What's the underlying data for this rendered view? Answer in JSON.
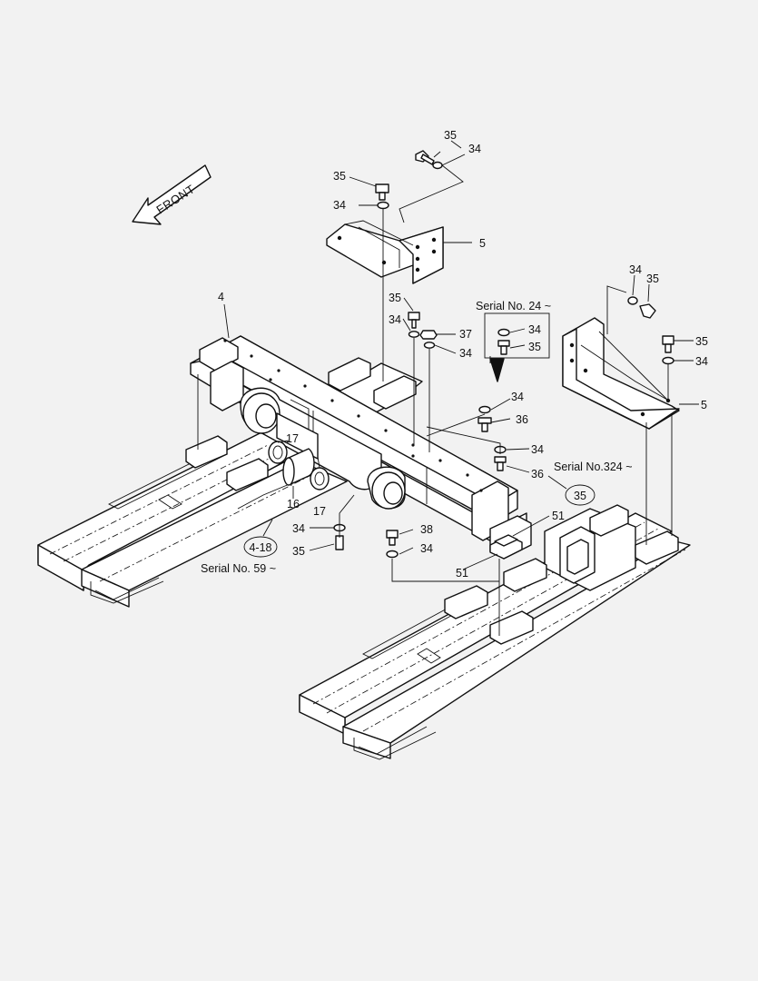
{
  "front_arrow": {
    "label": "FRONT"
  },
  "notes": {
    "serial_24": "Serial No. 24 ~",
    "serial_324": "Serial No.324 ~",
    "serial_59": "Serial No. 59 ~"
  },
  "callouts": {
    "ref_35": "35",
    "ref_4_18": "4-18"
  },
  "part_numbers": {
    "p35_top": "35",
    "p34_top": "34",
    "p35_left_top": "35",
    "p34_left_top": "34",
    "p5_left": "5",
    "p4": "4",
    "p35_mid": "35",
    "p34_mid": "34",
    "p37": "37",
    "p34_mid_r": "34",
    "p34_box": "34",
    "p35_box": "35",
    "p34_right_top": "34",
    "p35_right_top": "35",
    "p35_right": "35",
    "p34_right": "34",
    "p5_right": "5",
    "p34_c1": "34",
    "p36_c1": "36",
    "p34_c2": "34",
    "p36_c2": "36",
    "p17_a": "17",
    "p17_b": "17",
    "p16": "16",
    "p34_low": "34",
    "p35_low": "35",
    "p38": "38",
    "p34_low_r": "34",
    "p51_a": "51",
    "p51_b": "51"
  }
}
